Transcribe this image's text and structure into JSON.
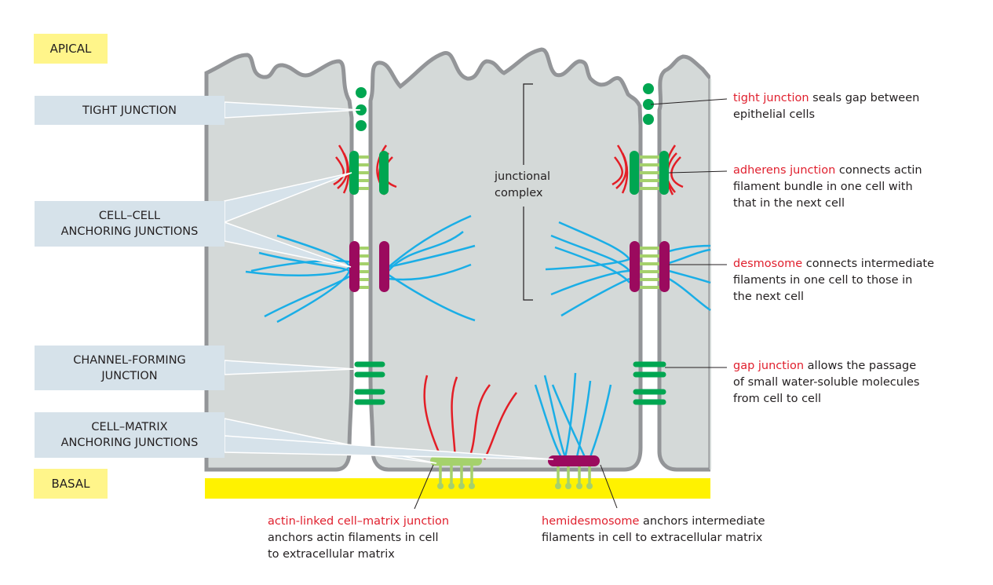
{
  "zones": {
    "apical": "APICAL",
    "basal": "BASAL"
  },
  "callouts": {
    "tight_junction": "TIGHT JUNCTION",
    "cell_cell_anchoring": "CELL–CELL\nANCHORING JUNCTIONS",
    "channel_forming": "CHANNEL-FORMING\nJUNCTION",
    "cell_matrix_anchoring": "CELL–MATRIX\nANCHORING JUNCTIONS"
  },
  "junctional_complex": "junctional\ncomplex",
  "notes": {
    "tight_junction": {
      "term": "tight junction",
      "line1_rest": " seals gap between",
      "lines": [
        "epithelial cells"
      ]
    },
    "adherens_junction": {
      "term": "adherens junction",
      "line1_rest": " connects actin",
      "lines": [
        "filament bundle in one cell with",
        "that in the next cell"
      ]
    },
    "desmosome": {
      "term": "desmosome",
      "line1_rest": " connects intermediate",
      "lines": [
        "filaments in one cell to those in",
        "the next cell"
      ]
    },
    "gap_junction": {
      "term": "gap junction",
      "line1_rest": " allows the passage",
      "lines": [
        "of small water-soluble molecules",
        "from cell to cell"
      ]
    },
    "actin_linked": {
      "term": "actin-linked cell–matrix junction",
      "line1_rest": "",
      "lines": [
        "anchors actin filaments in cell",
        "to extracellular matrix"
      ]
    },
    "hemidesmosome": {
      "term": "hemidesmosome",
      "line1_rest": " anchors intermediate",
      "lines": [
        "filaments in cell to extracellular matrix"
      ]
    }
  },
  "colors": {
    "cytoplasm": "#d4d9d8",
    "membrane": "#939598",
    "junction_green": "#00a651",
    "linker_light_green": "#a5d16c",
    "desmosome_purple": "#9b0a5e",
    "actin_red": "#e31e26",
    "intermediate_blue": "#1aaee6",
    "basal_lamina": "#fff200",
    "zone_label_bg": "#fff58a",
    "callout_bg": "#d6e2ea",
    "term_red": "#e0202e"
  }
}
